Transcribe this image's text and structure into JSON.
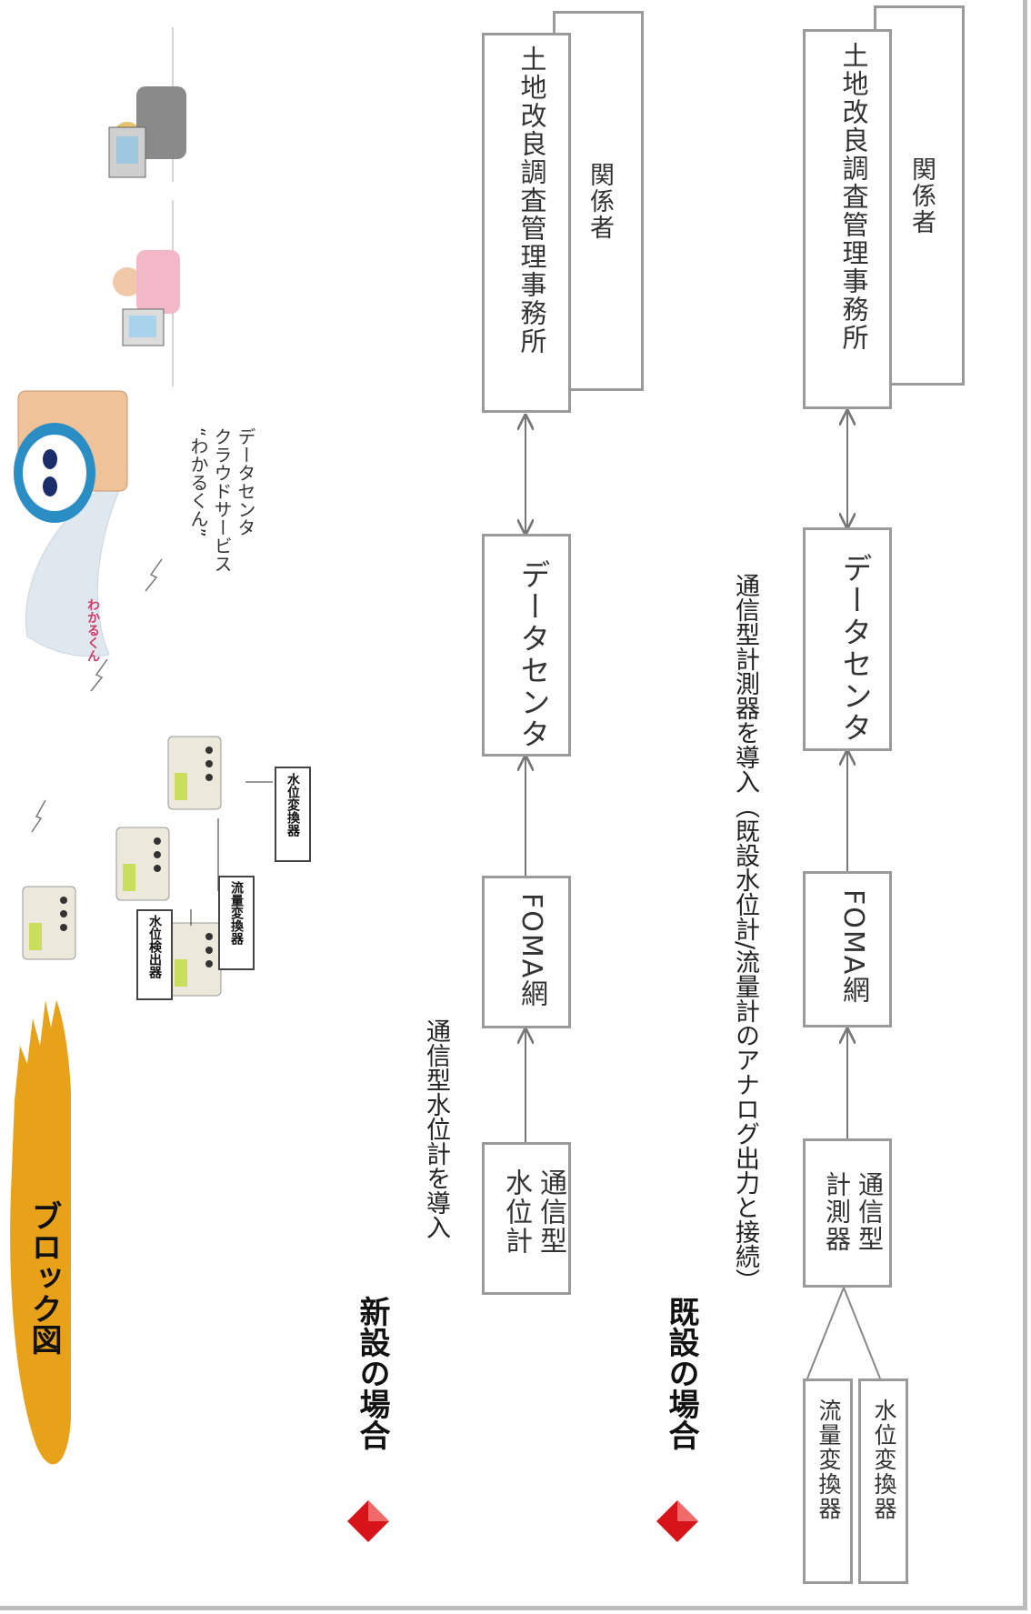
{
  "title": "ブロック図",
  "section_new": {
    "heading": "新設の場合",
    "subtitle": "通信型水位計を導入",
    "boxes": [
      "通信型\n水位計",
      "FOMA網",
      "データセンタ",
      "土地改良調査管理事務所",
      "関係者"
    ]
  },
  "section_existing": {
    "heading": "既設の場合",
    "subtitle": "通信型計測器を導入（既設水位計/流量計のアナログ出力と接続）",
    "boxes": [
      "通信型\n計測器",
      "FOMA網",
      "データセンタ",
      "土地改良調査管理事務所",
      "関係者"
    ],
    "inputs": [
      "流量変換器",
      "水位変換器"
    ]
  },
  "illustration": {
    "devices": [
      "水位検出器",
      "流量変換器",
      "水位変換器"
    ],
    "cloud_logo": "わかるくん",
    "cloud_caption": "データセンタ\nクラウドサービス\n“わかるくん”"
  },
  "colors": {
    "title_bg": "#e8a21a",
    "bullet": "#d8141b",
    "box_border": "#9a9a9a",
    "arrow": "#777777"
  }
}
